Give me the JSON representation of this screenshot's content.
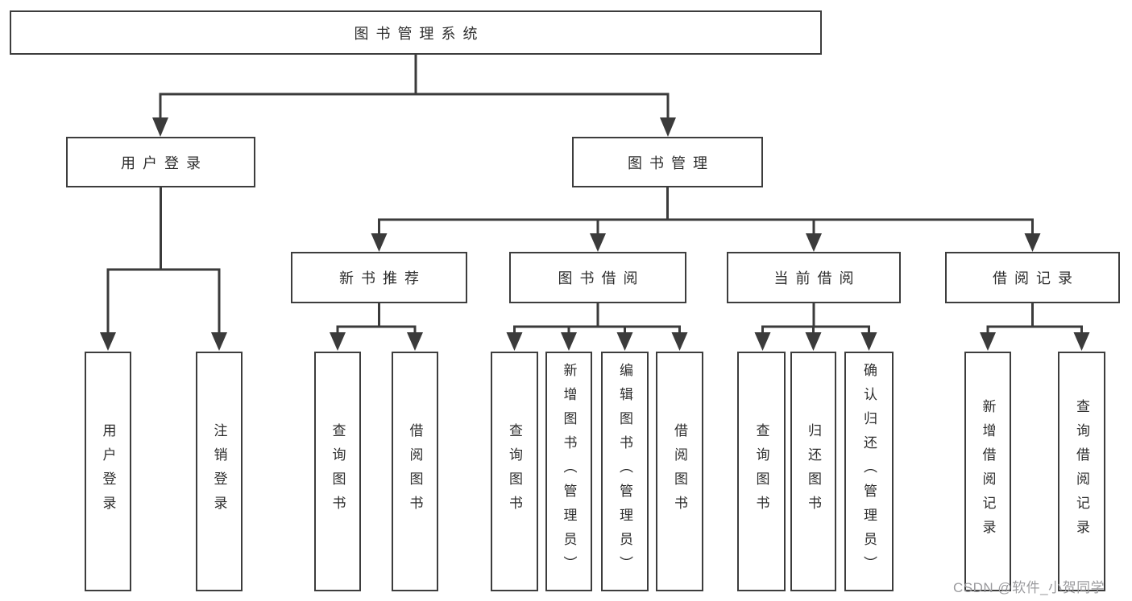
{
  "colors": {
    "background": "#ffffff",
    "line": "#3b3b3b",
    "box_border": "#3d3d3d",
    "text": "#2d2d2d",
    "watermark": "#9b9b9e"
  },
  "watermark": {
    "text": "CSDN @软件_小贺同学"
  },
  "tree": {
    "root": {
      "label": "图书管理系统"
    },
    "branches": [
      {
        "label": "用户登录",
        "leaves": [
          {
            "label": "用户登录"
          },
          {
            "label": "注销登录"
          }
        ]
      },
      {
        "label": "图书管理",
        "groups": [
          {
            "label": "新书推荐",
            "leaves": [
              {
                "label": "查询图书"
              },
              {
                "label": "借阅图书"
              }
            ]
          },
          {
            "label": "图书借阅",
            "leaves": [
              {
                "label": "查询图书"
              },
              {
                "label": "新增图书（管理员）"
              },
              {
                "label": "编辑图书（管理员）"
              },
              {
                "label": "借阅图书"
              }
            ]
          },
          {
            "label": "当前借阅",
            "leaves": [
              {
                "label": "查询图书"
              },
              {
                "label": "归还图书"
              },
              {
                "label": "确认归还（管理员）"
              }
            ]
          },
          {
            "label": "借阅记录",
            "leaves": [
              {
                "label": "新增借阅记录"
              },
              {
                "label": "查询借阅记录"
              }
            ]
          }
        ]
      }
    ]
  }
}
